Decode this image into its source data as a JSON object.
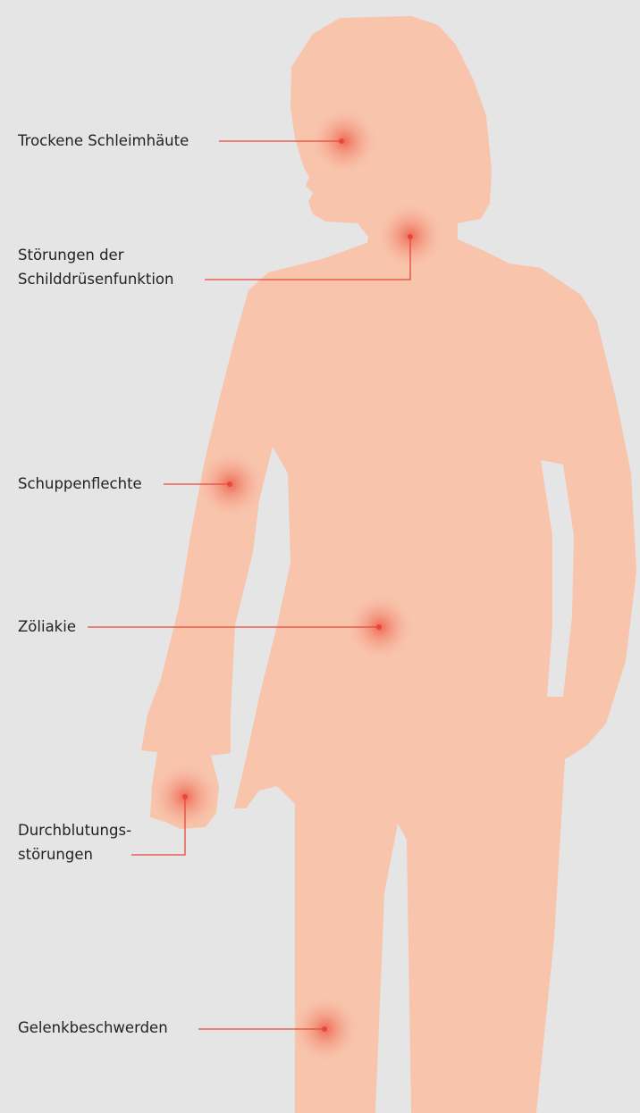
{
  "colors": {
    "background": "#e5e5e5",
    "silhouette": "#f8c4ac",
    "marker": "#e8483a",
    "leader_line": "#e8483a",
    "text": "#222222"
  },
  "labels": {
    "mucous": "Trockene Schleimhäute",
    "thyroid_line1": "Störungen der",
    "thyroid_line2": "Schilddrüsenfunktion",
    "psoriasis": "Schuppenflechte",
    "celiac": "Zöliakie",
    "circulation_line1": "Durchblutungs-",
    "circulation_line2": "störungen",
    "joints": "Gelenkbeschwerden"
  }
}
